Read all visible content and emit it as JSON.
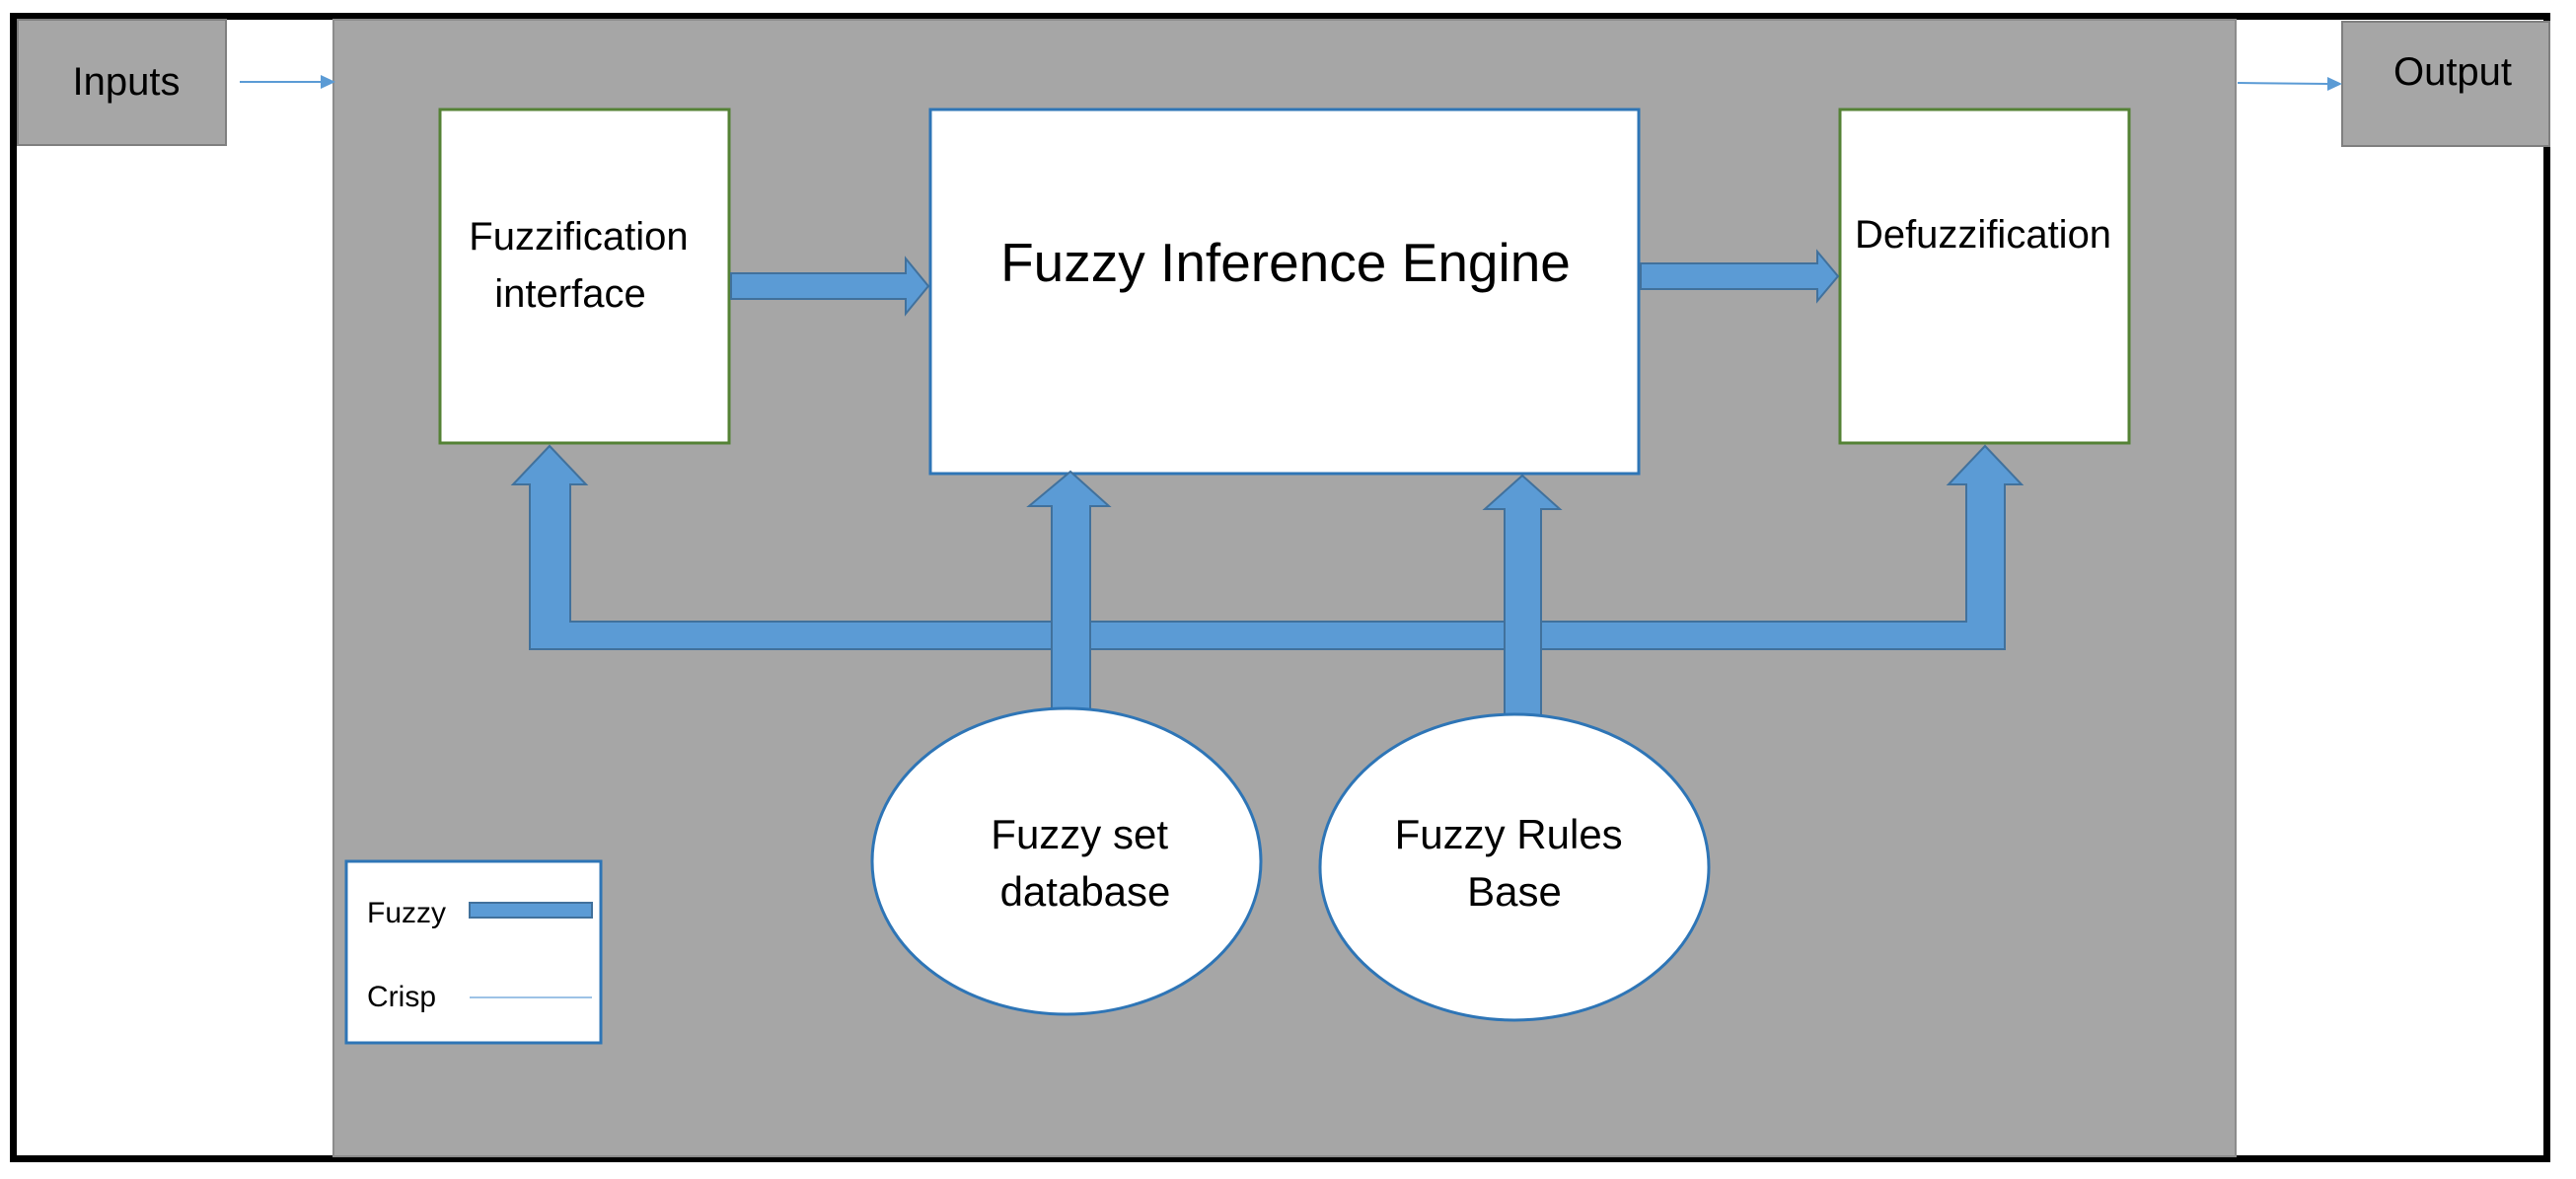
{
  "io": {
    "inputs_label": "Inputs",
    "output_label": "Output"
  },
  "blocks": {
    "fuzzification": [
      "Fuzzification",
      "interface"
    ],
    "inference_engine": "Fuzzy Inference Engine",
    "defuzzification": "Defuzzification",
    "fuzzy_set_database": [
      "Fuzzy set",
      "database"
    ],
    "fuzzy_rules_base": [
      "Fuzzy Rules",
      "Base"
    ]
  },
  "legend": {
    "fuzzy_label": "Fuzzy",
    "crisp_label": "Crisp"
  },
  "colors": {
    "system_background": "#a6a6a6",
    "arrow_fill": "#5b9bd5",
    "arrow_stroke": "#41719c",
    "box_border_green": "#548235",
    "box_border_blue": "#2e75b6",
    "io_box_fill": "#a6a6a6"
  }
}
